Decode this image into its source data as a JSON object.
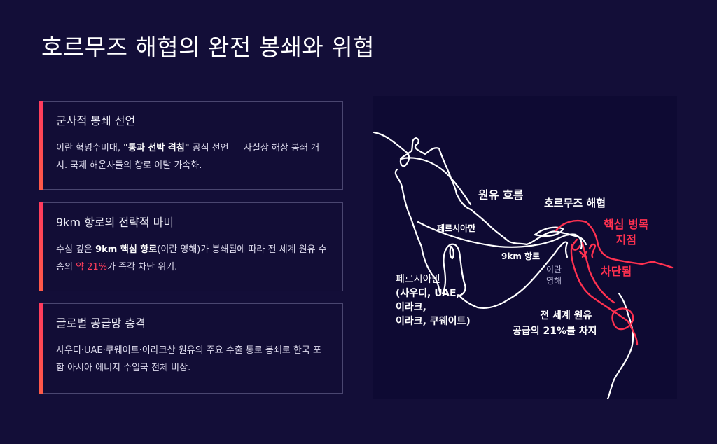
{
  "page": {
    "title": "호르무즈 해협의 완전 봉쇄와 위협"
  },
  "colors": {
    "background": "#130e38",
    "accent": "#ff3d5a",
    "card_border": "#4a4670",
    "map_background": "#0e0a33"
  },
  "cards": [
    {
      "title": "군사적 봉쇄 선언",
      "body_pre": "이란 혁명수비대, ",
      "body_bold": "\"통과 선박 격침\"",
      "body_post": " 공식 선언 — 사실상 해상 봉쇄 개시. 국제 해운사들의 항로 이탈 가속화."
    },
    {
      "title": "9km 항로의 전략적 마비",
      "body_pre": "수심 깊은 ",
      "body_bold": "9km 핵심 항로",
      "body_mid": "(이란 영해)가 봉쇄됨에 따라 전 세계 원유 수송의 ",
      "body_highlight": "약 21%",
      "body_post": "가 즉각 차단 위기."
    },
    {
      "title": "글로벌 공급망 충격",
      "body": "사우디·UAE·쿠웨이트·이라크산 원유의 주요 수출 통로 봉쇄로 한국 포함 아시아 에너지 수입국 전체 비상."
    }
  ],
  "map": {
    "labels": {
      "oil_flow": "원유 흐름",
      "strait": "호르무즈 해협",
      "gulf": "페르시아만",
      "route": "9km 항로",
      "iran_waters_1": "이란",
      "iran_waters_2": "영해",
      "chokepoint_1": "핵심 병목",
      "chokepoint_2": "지점",
      "blocked": "차단됨",
      "gulf_states_1": "페르시아만",
      "gulf_states_2": "(사우디, UAE,",
      "gulf_states_3": "이라크,",
      "gulf_states_4": "이라크, 쿠웨이트)",
      "share_1": "전 세계 원유",
      "share_2": "공급의 21%를 차지"
    }
  }
}
